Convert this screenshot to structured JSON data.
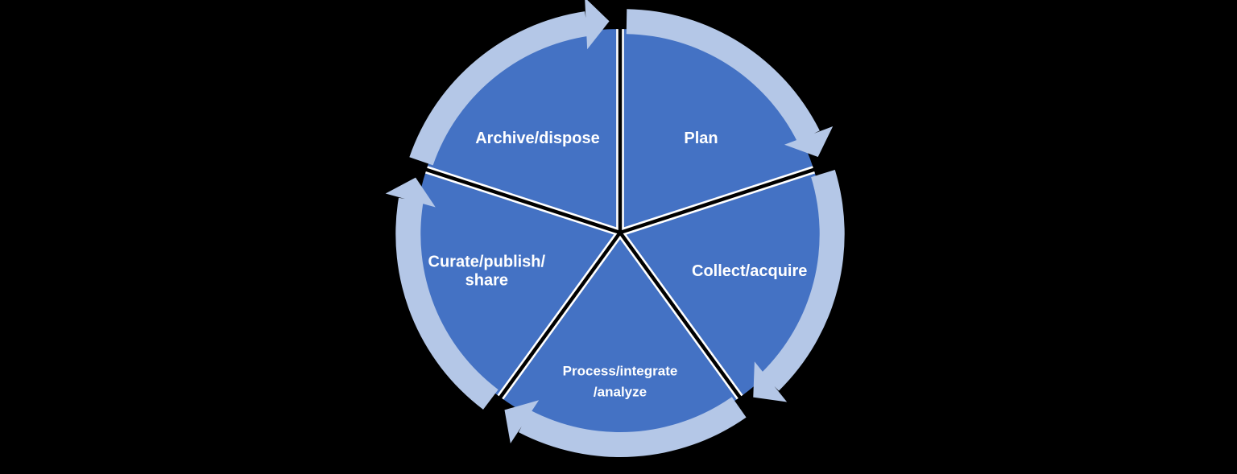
{
  "diagram": {
    "type": "cycle-pie",
    "direction": "clockwise",
    "colors": {
      "slice_fill": "#4472C4",
      "ring_fill": "#B4C7E7",
      "slice_edge": "#FFFFFF",
      "label_text": "#FFFFFF",
      "background": "#000000"
    },
    "segments": [
      {
        "name": "plan",
        "label": "Plan",
        "lines": [
          "Plan"
        ]
      },
      {
        "name": "collect-acquire",
        "label": "Collect/acquire",
        "lines": [
          "Collect/acquire"
        ]
      },
      {
        "name": "process-integrate-analyze",
        "label": "Process/integrate/analyze",
        "lines": [
          "Process/integrate",
          "/analyze"
        ]
      },
      {
        "name": "curate-publish-share",
        "label": "Curate/publish/share",
        "lines": [
          "Curate/publish/",
          "share"
        ]
      },
      {
        "name": "archive-dispose",
        "label": "Archive/dispose",
        "lines": [
          "Archive/dispose"
        ]
      }
    ]
  }
}
